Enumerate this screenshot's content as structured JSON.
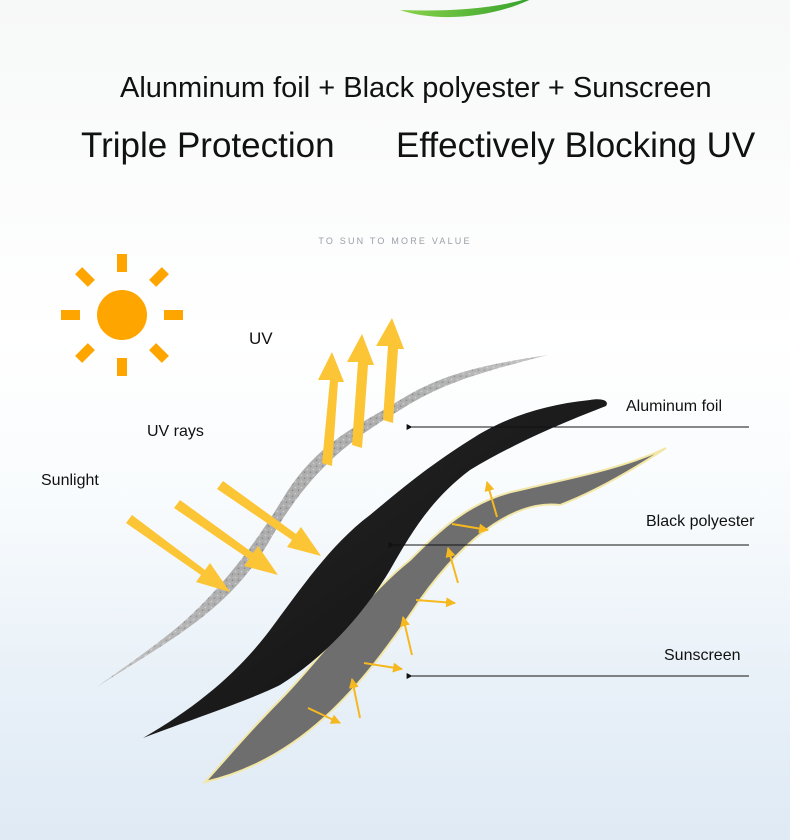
{
  "headline": {
    "line1": "Alunminum foil + Black polyester + Sunscreen",
    "line2_left": "Triple Protection",
    "line2_right": "Effectively Blocking UV"
  },
  "tagline": "TO SUN TO MORE VALUE",
  "labels": {
    "uv": "UV",
    "uv_rays": "UV rays",
    "sunlight": "Sunlight",
    "aluminum_foil": "Aluminum foil",
    "black_polyester": "Black polyester",
    "sunscreen": "Sunscreen"
  },
  "icons": [
    "leaf-icon",
    "sun-icon"
  ],
  "colors": {
    "sun": "#ffa500",
    "ray_arrow": "#fcc535",
    "aluminum": "#bdbdbd",
    "polyester": "#151515",
    "sunscreen": "#6f6f6f",
    "sunscreen_edge": "#f2e7a6"
  }
}
